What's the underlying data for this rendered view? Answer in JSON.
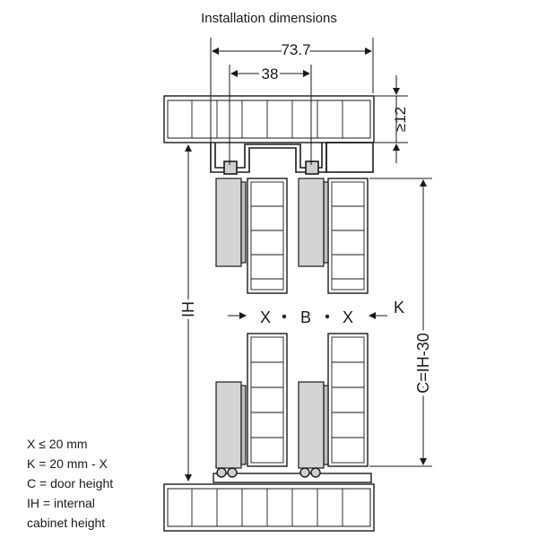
{
  "title": "Installation dimensions",
  "dimensions": {
    "overall_width": "73.7",
    "track_spacing": "38",
    "top_clearance": "≥12",
    "internal_height": "IH",
    "door_height": "C=IH-30",
    "gap_x": "X",
    "gap_b": "B",
    "gap_k": "K"
  },
  "legend": [
    "X ≤ 20 mm",
    "K = 20 mm - X",
    "C = door height",
    "IH = internal",
    "cabinet height"
  ]
}
